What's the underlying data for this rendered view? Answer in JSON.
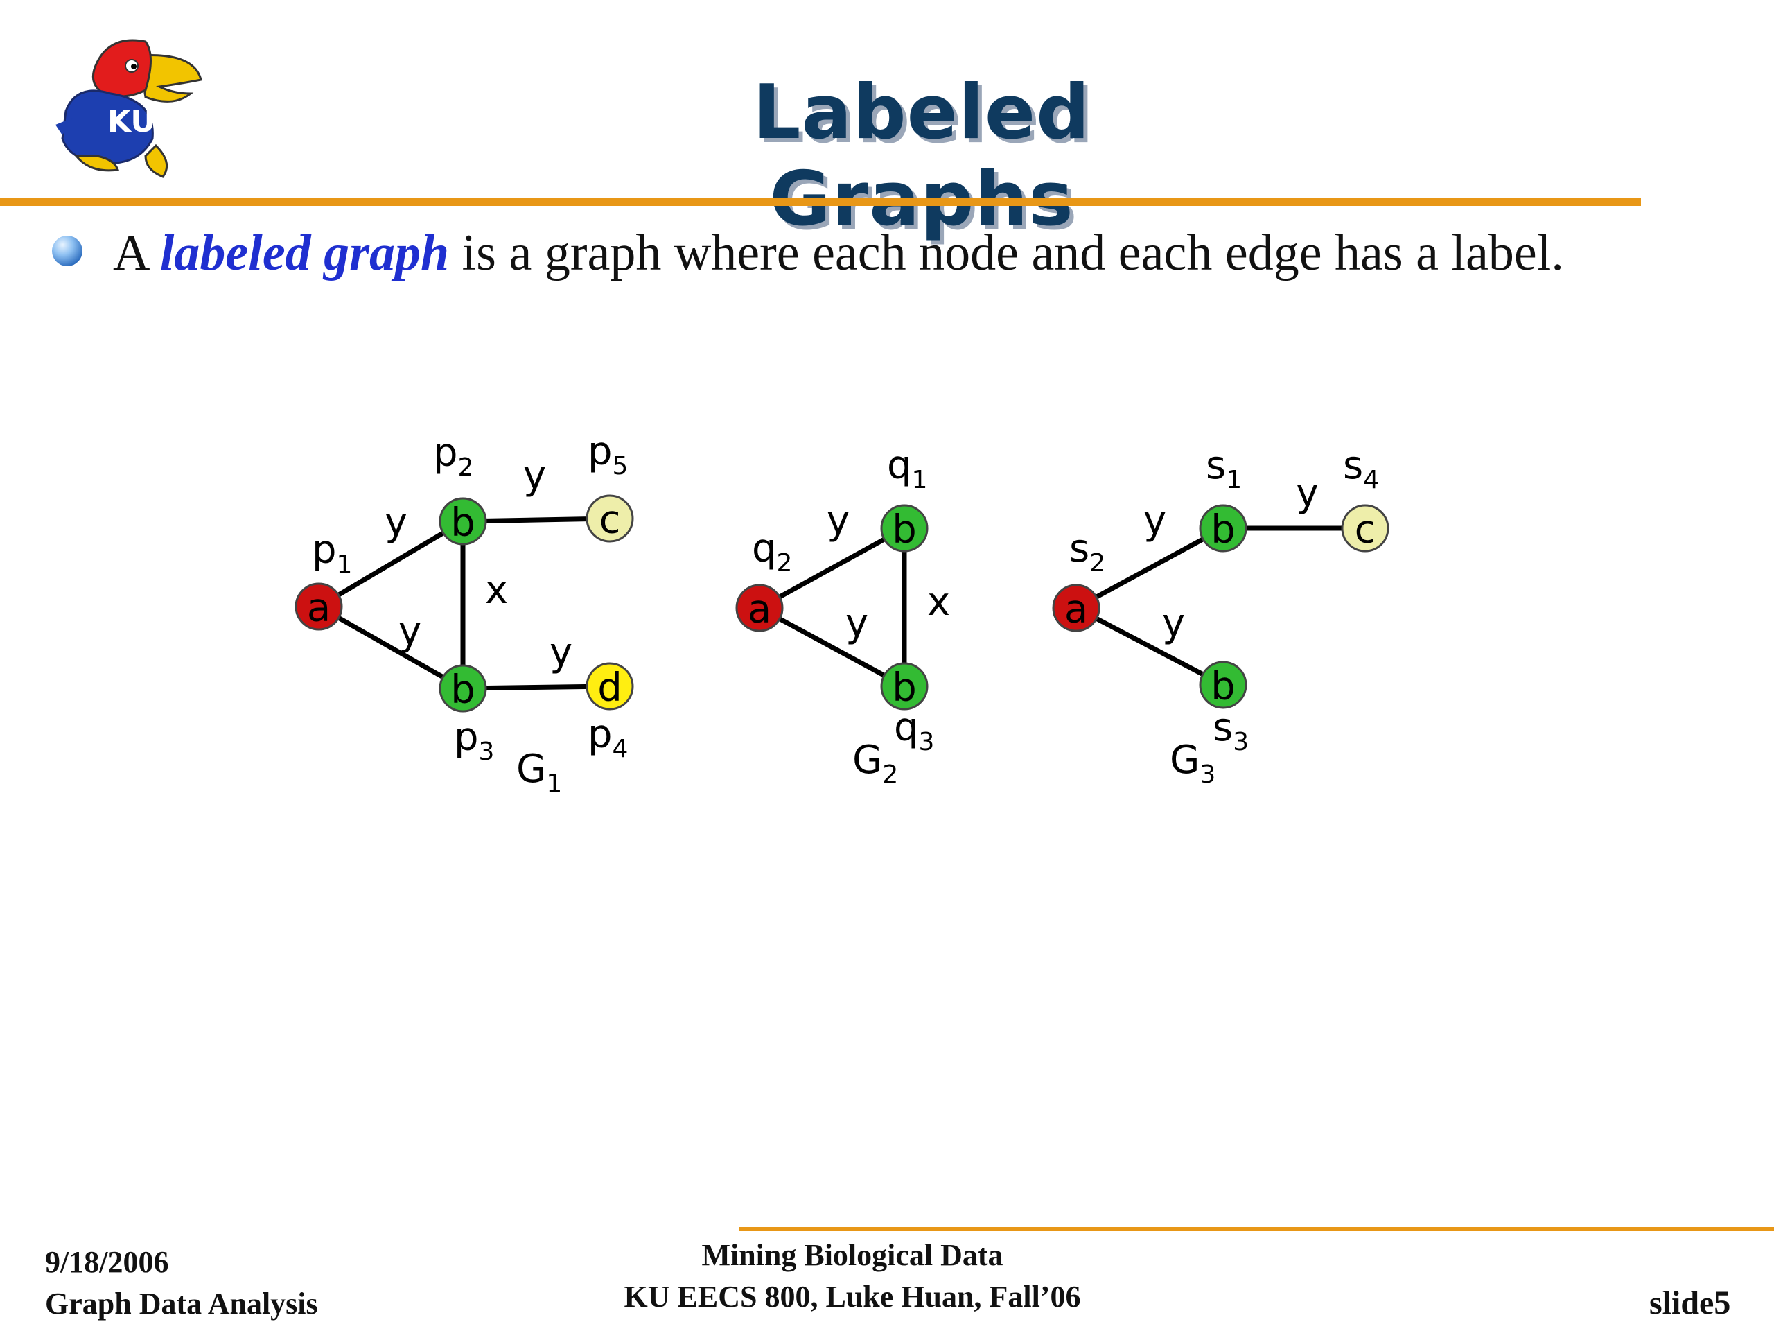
{
  "slide": {
    "title": "Labeled Graphs",
    "bullet": {
      "prefix": "A",
      "emphasis": "labeled graph",
      "rest": "is a graph where each node and each edge has a label."
    }
  },
  "logo": {
    "text": "KU",
    "icon": "jayhawk-icon"
  },
  "graphs": [
    {
      "name": "G",
      "name_sub": "1",
      "nodes": [
        {
          "id": "p1",
          "label": "a",
          "name": "p",
          "sub": "1"
        },
        {
          "id": "p2",
          "label": "b",
          "name": "p",
          "sub": "2"
        },
        {
          "id": "p3",
          "label": "b",
          "name": "p",
          "sub": "3"
        },
        {
          "id": "p4",
          "label": "d",
          "name": "p",
          "sub": "4"
        },
        {
          "id": "p5",
          "label": "c",
          "name": "p",
          "sub": "5"
        }
      ],
      "edges": [
        {
          "from": "p1",
          "to": "p2",
          "label": "y"
        },
        {
          "from": "p1",
          "to": "p3",
          "label": "y"
        },
        {
          "from": "p2",
          "to": "p3",
          "label": "x"
        },
        {
          "from": "p2",
          "to": "p5",
          "label": "y"
        },
        {
          "from": "p3",
          "to": "p4",
          "label": "y"
        }
      ]
    },
    {
      "name": "G",
      "name_sub": "2",
      "nodes": [
        {
          "id": "q1",
          "label": "b",
          "name": "q",
          "sub": "1"
        },
        {
          "id": "q2",
          "label": "a",
          "name": "q",
          "sub": "2"
        },
        {
          "id": "q3",
          "label": "b",
          "name": "q",
          "sub": "3"
        }
      ],
      "edges": [
        {
          "from": "q2",
          "to": "q1",
          "label": "y"
        },
        {
          "from": "q2",
          "to": "q3",
          "label": "y"
        },
        {
          "from": "q1",
          "to": "q3",
          "label": "x"
        }
      ]
    },
    {
      "name": "G",
      "name_sub": "3",
      "nodes": [
        {
          "id": "s1",
          "label": "b",
          "name": "s",
          "sub": "1"
        },
        {
          "id": "s2",
          "label": "a",
          "name": "s",
          "sub": "2"
        },
        {
          "id": "s3",
          "label": "b",
          "name": "s",
          "sub": "3"
        },
        {
          "id": "s4",
          "label": "c",
          "name": "s",
          "sub": "4"
        }
      ],
      "edges": [
        {
          "from": "s2",
          "to": "s1",
          "label": "y"
        },
        {
          "from": "s2",
          "to": "s3",
          "label": "y"
        },
        {
          "from": "s1",
          "to": "s4",
          "label": "y"
        }
      ]
    }
  ],
  "colors": {
    "a": "#cc1111",
    "b": "#33bb33",
    "c": "#eeeeaa",
    "d": "#ffee11",
    "accent": "#e89717",
    "title": "#0f3a5f",
    "emphasis": "#1f2fd0"
  },
  "footer": {
    "date": "9/18/2006",
    "course_topic": "Graph Data Analysis",
    "line1": "Mining Biological Data",
    "line2": "KU EECS 800, Luke Huan, Fall’06",
    "slide": "slide5"
  }
}
